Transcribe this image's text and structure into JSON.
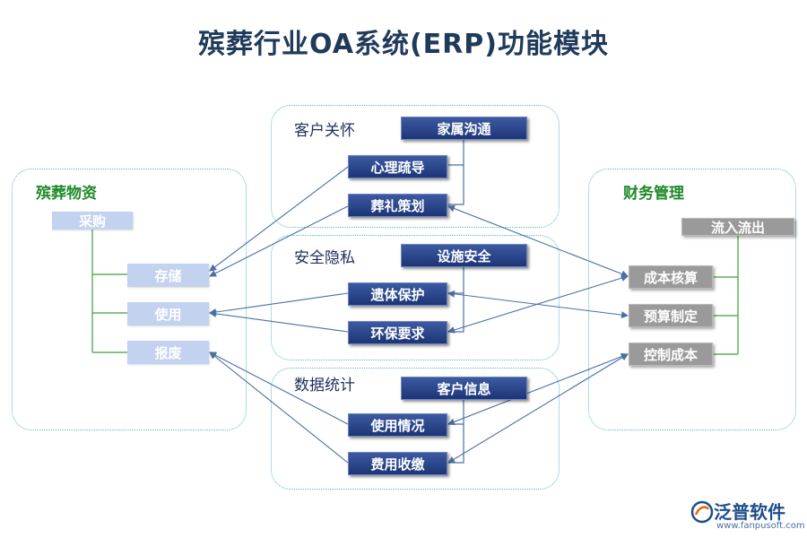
{
  "title": "殡葬行业OA系统(ERP)功能模块",
  "groups": {
    "customer_care": "客户关怀",
    "safety_privacy": "安全隐私",
    "data_stats": "数据统计",
    "funeral_goods": "殡葬物资",
    "finance": "财务管理"
  },
  "modules": {
    "family_communication": "家属沟通",
    "psychological_counseling": "心理疏导",
    "funeral_planning": "葬礼策划",
    "facility_security": "设施安全",
    "remains_protection": "遗体保护",
    "environmental_requirements": "环保要求",
    "customer_info": "客户信息",
    "usage_status": "使用情况",
    "fee_collection": "费用收缴",
    "procurement": "采购",
    "storage": "存储",
    "usage": "使用",
    "scrapping": "报废",
    "cash_flow": "流入流出",
    "cost_accounting": "成本核算",
    "budgeting": "预算制定",
    "cost_control": "控制成本"
  },
  "brand": {
    "name": "泛普软件",
    "url": "www.fanpusoft.com"
  },
  "colors": {
    "dark_box": "#1c3577",
    "light_box": "#c3d2ee",
    "gray_box": "#9a9a9a",
    "arrow": "#4a6fa5",
    "group_border": "#5cb8c4",
    "tree_line": "#3e9e3e"
  }
}
